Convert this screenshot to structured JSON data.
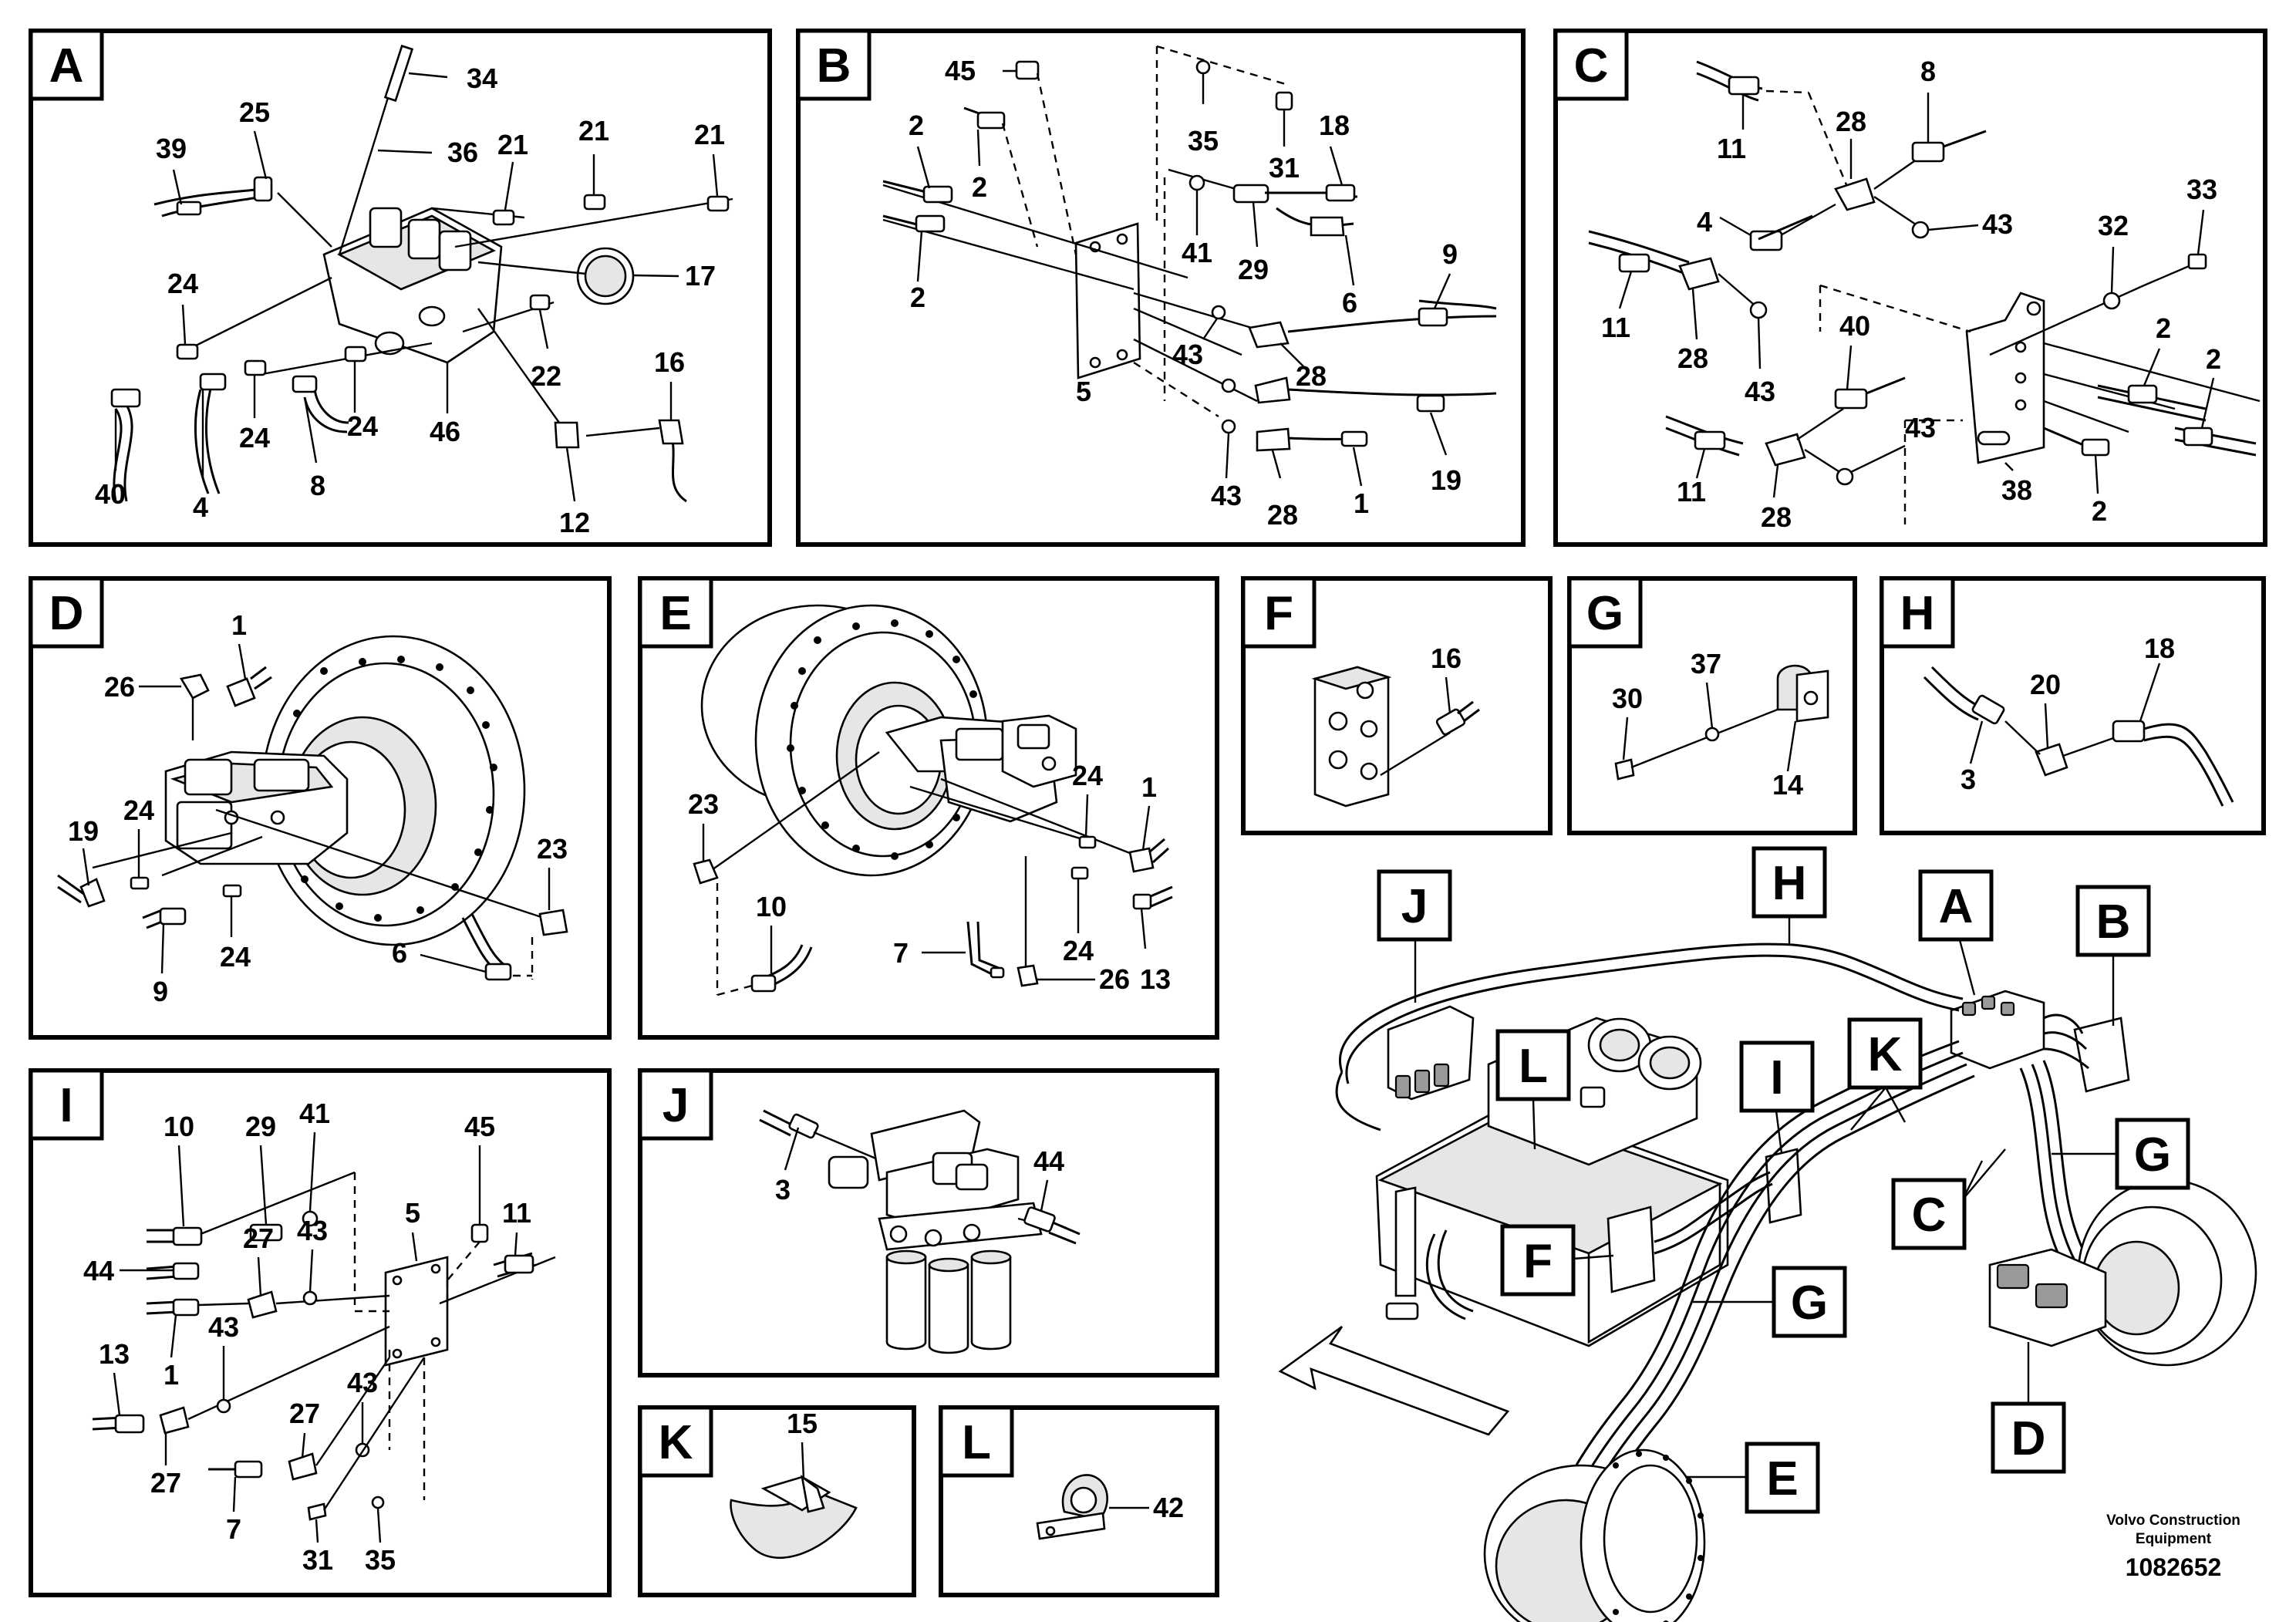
{
  "panels": [
    {
      "id": "A",
      "numbers": [
        "34",
        "25",
        "36",
        "21",
        "21",
        "21",
        "39",
        "17",
        "24",
        "22",
        "16",
        "24",
        "24",
        "46",
        "40",
        "4",
        "8",
        "12"
      ]
    },
    {
      "id": "B",
      "numbers": [
        "45",
        "35",
        "2",
        "31",
        "18",
        "2",
        "41",
        "29",
        "2",
        "6",
        "9",
        "5",
        "43",
        "28",
        "43",
        "28",
        "1",
        "19"
      ]
    },
    {
      "id": "C",
      "numbers": [
        "8",
        "11",
        "28",
        "33",
        "4",
        "43",
        "32",
        "11",
        "28",
        "43",
        "40",
        "2",
        "2",
        "43",
        "11",
        "28",
        "38",
        "2"
      ]
    },
    {
      "id": "D",
      "numbers": [
        "1",
        "26",
        "19",
        "24",
        "23",
        "24",
        "9",
        "6"
      ]
    },
    {
      "id": "E",
      "numbers": [
        "23",
        "24",
        "1",
        "10",
        "7",
        "24",
        "26",
        "13"
      ]
    },
    {
      "id": "F",
      "numbers": [
        "16"
      ]
    },
    {
      "id": "G",
      "numbers": [
        "30",
        "37",
        "14"
      ]
    },
    {
      "id": "H",
      "numbers": [
        "18",
        "20",
        "3"
      ]
    },
    {
      "id": "I",
      "numbers": [
        "10",
        "29",
        "41",
        "45",
        "44",
        "27",
        "43",
        "5",
        "11",
        "13",
        "43",
        "1",
        "27",
        "43",
        "27",
        "7",
        "31",
        "35"
      ]
    },
    {
      "id": "J",
      "numbers": [
        "3",
        "44"
      ]
    },
    {
      "id": "K",
      "numbers": [
        "15"
      ]
    },
    {
      "id": "L",
      "numbers": [
        "42"
      ]
    }
  ],
  "overview_callouts": [
    "J",
    "H",
    "A",
    "B",
    "L",
    "I",
    "K",
    "G",
    "C",
    "F",
    "G",
    "D",
    "E"
  ],
  "footer": {
    "company_line1": "Volvo Construction",
    "company_line2": "Equipment",
    "drawing_number": "1082652"
  }
}
